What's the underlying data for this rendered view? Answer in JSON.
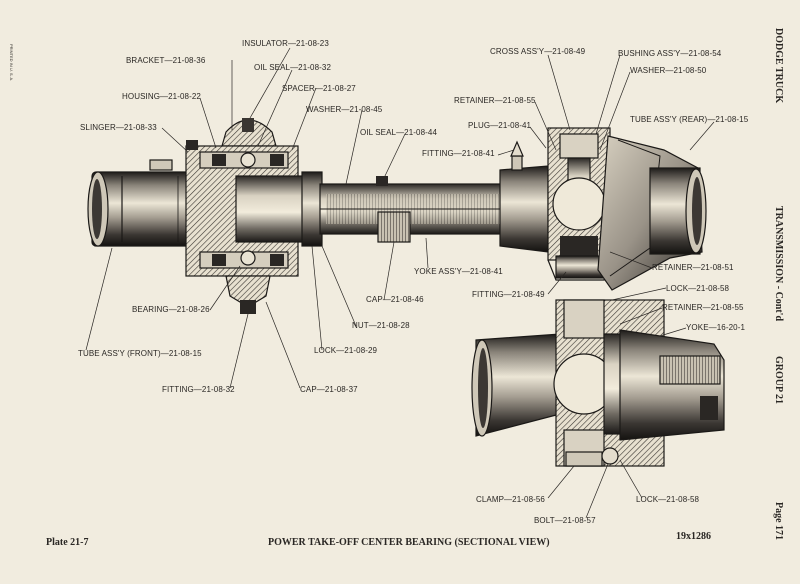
{
  "printed_in_usa": "PRINTED IN U. S. A.",
  "sidebar": {
    "top": "DODGE TRUCK",
    "middle": "TRANSMISSION - Cont'd",
    "group": "GROUP 21",
    "page": "Page 171"
  },
  "footer": {
    "plate": "Plate 21-7",
    "title": "POWER TAKE-OFF CENTER BEARING (SECTIONAL VIEW)",
    "number": "19x1286"
  },
  "labels": {
    "insulator": "INSULATOR—21-08-23",
    "bracket": "BRACKET—21-08-36",
    "oil_seal_32": "OIL SEAL—21-08-32",
    "spacer": "SPACER—21-08-27",
    "housing": "HOUSING—21-08-22",
    "washer_45": "WASHER—21-08-45",
    "slinger": "SLINGER—21-08-33",
    "oil_seal_44": "OIL SEAL—21-08-44",
    "cross": "CROSS ASS'Y—21-08-49",
    "bushing": "BUSHING ASS'Y—21-08-54",
    "washer_50": "WASHER—21-08-50",
    "retainer_55_top": "RETAINER—21-08-55",
    "plug": "PLUG—21-08-41",
    "tube_rear": "TUBE ASS'Y (REAR)—21-08-15",
    "fitting_41": "FITTING—21-08-41",
    "retainer_51": "RETAINER—21-08-51",
    "yoke_41": "YOKE ASS'Y—21-08-41",
    "fitting_49": "FITTING—21-08-49",
    "lock_58_top": "LOCK—21-08-58",
    "retainer_55_bottom": "RETAINER—21-08-55",
    "yoke_16": "YOKE—16-20-1",
    "cap_46": "CAP—21-08-46",
    "bearing": "BEARING—21-08-26",
    "nut": "NUT—21-08-28",
    "lock_29": "LOCK—21-08-29",
    "tube_front": "TUBE ASS'Y (FRONT)—21-08-15",
    "fitting_32": "FITTING—21-08-32",
    "cap_37": "CAP—21-08-37",
    "clamp": "CLAMP—21-08-56",
    "bolt": "BOLT—21-08-57",
    "lock_58_bottom": "LOCK—21-08-58"
  }
}
